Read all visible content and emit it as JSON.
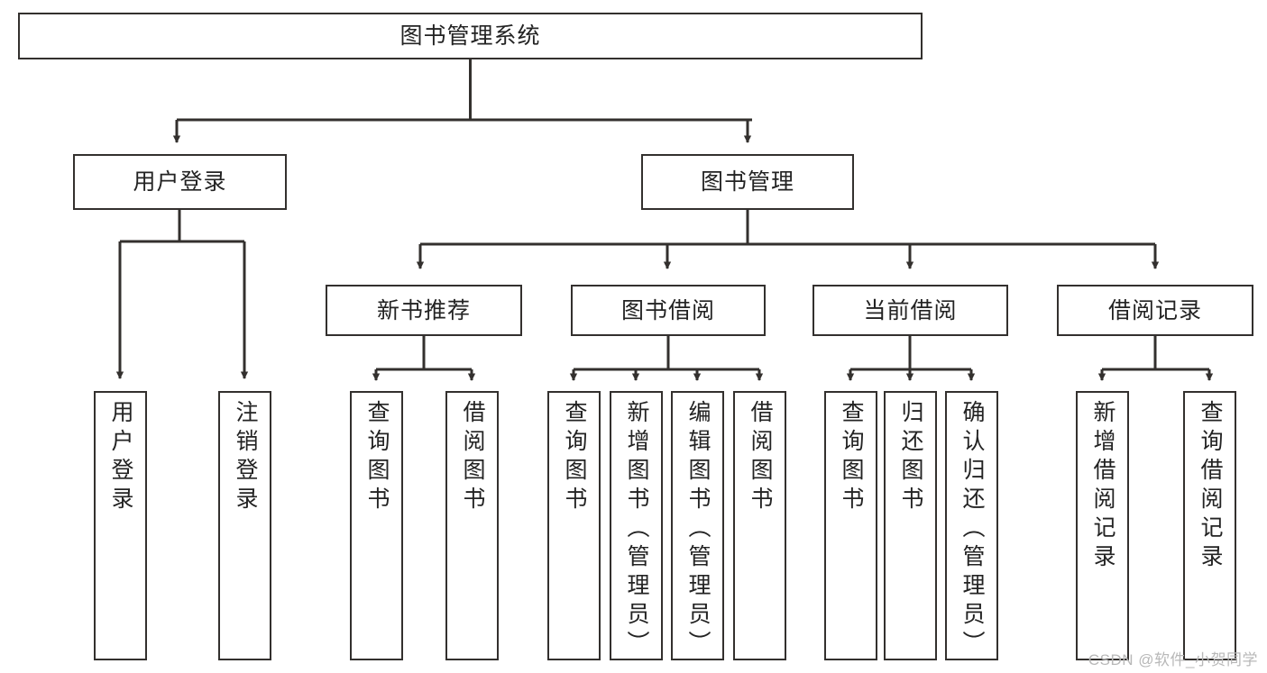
{
  "diagram": {
    "title": "图书管理系统",
    "type": "functional-structure-tree",
    "orientation": "top-down",
    "root": {
      "id": "root",
      "label": "图书管理系统"
    },
    "level2": [
      {
        "id": "user-login",
        "label": "用户登录"
      },
      {
        "id": "book-manage",
        "label": "图书管理"
      }
    ],
    "level3": [
      {
        "id": "new-book-rec",
        "label": "新书推荐",
        "parent": "book-manage"
      },
      {
        "id": "book-borrow",
        "label": "图书借阅",
        "parent": "book-manage"
      },
      {
        "id": "current-borrow",
        "label": "当前借阅",
        "parent": "book-manage"
      },
      {
        "id": "borrow-record",
        "label": "借阅记录",
        "parent": "book-manage"
      }
    ],
    "leaves": [
      {
        "id": "leaf-user-login",
        "label": "用户登录",
        "parent": "user-login"
      },
      {
        "id": "leaf-logout",
        "label": "注销登录",
        "parent": "user-login"
      },
      {
        "id": "leaf-query-book-1",
        "label": "查询图书",
        "parent": "new-book-rec"
      },
      {
        "id": "leaf-borrow-book-1",
        "label": "借阅图书",
        "parent": "new-book-rec"
      },
      {
        "id": "leaf-query-book-2",
        "label": "查询图书",
        "parent": "book-borrow"
      },
      {
        "id": "leaf-add-book",
        "label": "新增图书（管理员）",
        "parent": "book-borrow"
      },
      {
        "id": "leaf-edit-book",
        "label": "编辑图书（管理员）",
        "parent": "book-borrow"
      },
      {
        "id": "leaf-borrow-book-2",
        "label": "借阅图书",
        "parent": "book-borrow"
      },
      {
        "id": "leaf-query-book-3",
        "label": "查询图书",
        "parent": "current-borrow"
      },
      {
        "id": "leaf-return-book",
        "label": "归还图书",
        "parent": "current-borrow"
      },
      {
        "id": "leaf-confirm-return",
        "label": "确认归还（管理员）",
        "parent": "current-borrow"
      },
      {
        "id": "leaf-add-record",
        "label": "新增借阅记录",
        "parent": "borrow-record"
      },
      {
        "id": "leaf-query-record",
        "label": "查询借阅记录",
        "parent": "borrow-record"
      }
    ]
  },
  "watermark": {
    "text": "CSDN @软件_小贺同学"
  },
  "colors": {
    "background": "#ffffff",
    "node_border": "#33302e",
    "node_fill": "#ffffff",
    "text": "#232323",
    "edge": "#33302e",
    "watermark": "#b8b8b8"
  }
}
